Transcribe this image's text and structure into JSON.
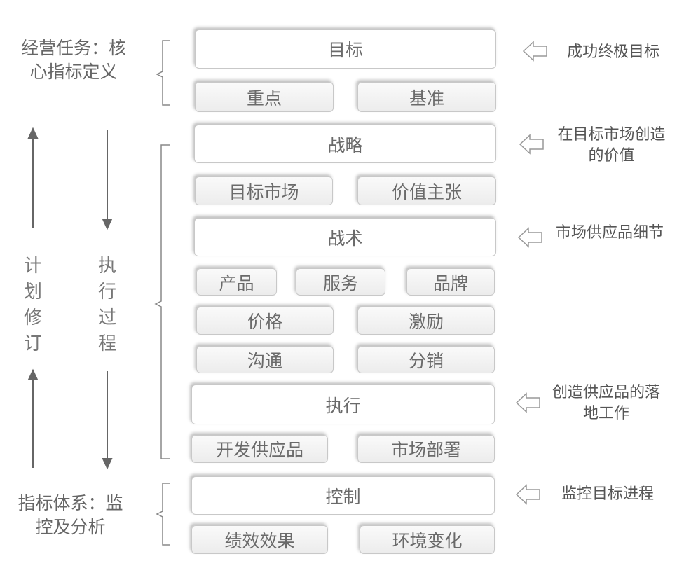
{
  "left": {
    "top_label": "经营任务：核心指标定义",
    "bottom_label": "指标体系：监控及分析",
    "plan_revise": "计划修订",
    "exec_process": "执行过程"
  },
  "sections": {
    "goal": {
      "title": "目标",
      "items": [
        "重点",
        "基准"
      ],
      "note": "成功终极目标"
    },
    "strategy": {
      "title": "战略",
      "items": [
        "目标市场",
        "价值主张"
      ],
      "note": "在目标市场创造的价值"
    },
    "tactics": {
      "title": "战术",
      "items": [
        "产品",
        "服务",
        "品牌",
        "价格",
        "激励",
        "沟通",
        "分销"
      ],
      "note": "市场供应品细节"
    },
    "execution": {
      "title": "执行",
      "items": [
        "开发供应品",
        "市场部署"
      ],
      "note": "创造供应品的落地工作"
    },
    "control": {
      "title": "控制",
      "items": [
        "绩效效果",
        "环境变化"
      ],
      "note": "监控目标进程"
    }
  }
}
